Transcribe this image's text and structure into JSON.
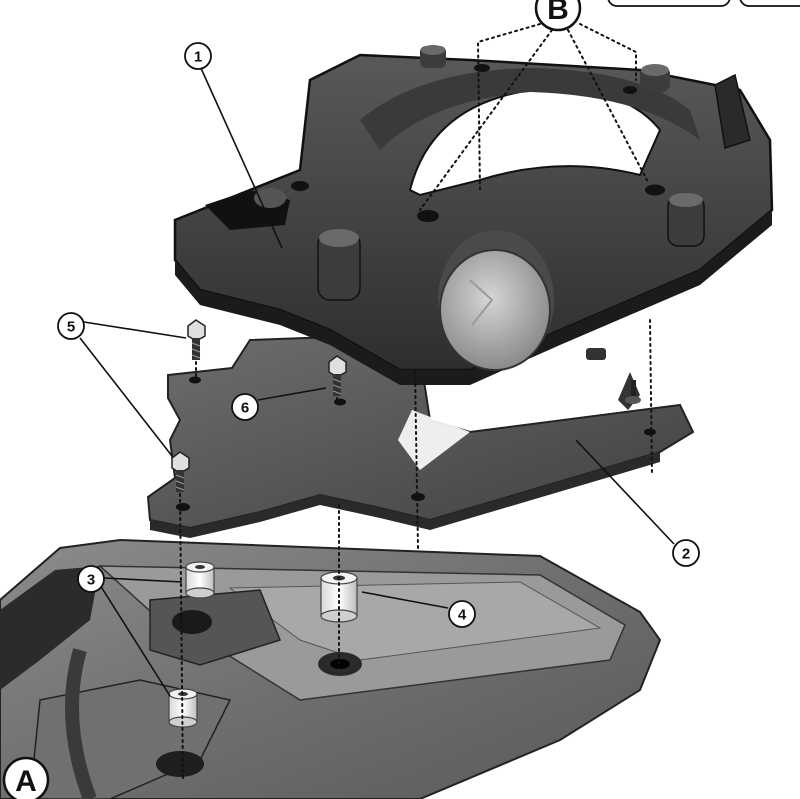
{
  "callouts": {
    "part1": "1",
    "part2": "2",
    "part3": "3",
    "part4": "4",
    "part5": "5",
    "part6": "6",
    "groupA": "A",
    "groupB": "B"
  }
}
